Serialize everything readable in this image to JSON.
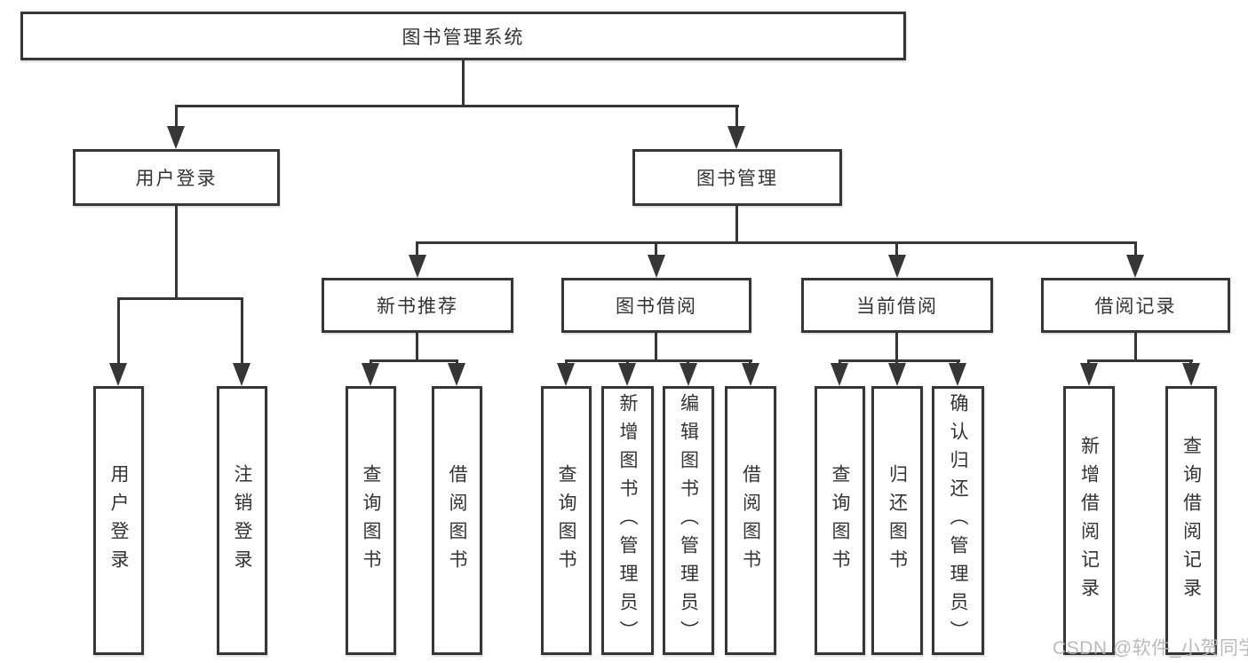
{
  "diagram": {
    "title": "图书管理系统",
    "user_login": {
      "label": "用户登录",
      "leaves": {
        "login": "用户登录",
        "logout": "注销登录"
      }
    },
    "book_management": {
      "label": "图书管理",
      "new_book_recommend": {
        "label": "新书推荐",
        "leaves": {
          "search": "查询图书",
          "borrow": "借阅图书"
        }
      },
      "book_borrow": {
        "label": "图书借阅",
        "leaves": {
          "search": "查询图书",
          "add": "新增图书（管理员）",
          "edit": "编辑图书（管理员）",
          "borrow": "借阅图书"
        }
      },
      "current_borrow": {
        "label": "当前借阅",
        "leaves": {
          "search": "查询图书",
          "return": "归还图书",
          "confirm": "确认归还（管理员）"
        }
      },
      "borrow_record": {
        "label": "借阅记录",
        "leaves": {
          "add": "新增借阅记录",
          "search": "查询借阅记录"
        }
      }
    }
  },
  "watermark": "CSDN @软件_小贺同学",
  "colors": {
    "line": "#363636",
    "text": "#333333",
    "watermark": "#b2b2b2",
    "background": "#ffffff"
  }
}
